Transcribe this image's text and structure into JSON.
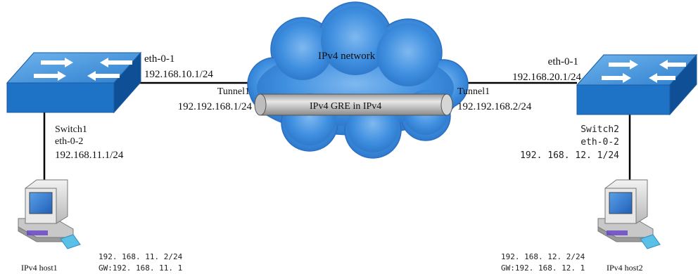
{
  "colors": {
    "switch_top": "#3f8fd8",
    "switch_front": "#1f73c6",
    "switch_side": "#0f4f96",
    "cloud_fill": "#3f8fe0",
    "tunnel_fill": "#c6c6c6",
    "link_color": "#000000"
  },
  "icons": {
    "switch": "network-switch-icon",
    "host": "desktop-computer-icon",
    "cloud": "cloud-icon",
    "tunnel": "pipe-tunnel-icon"
  },
  "cloud": {
    "label": "IPv4 network"
  },
  "tunnel": {
    "label": "IPv4 GRE in IPv4"
  },
  "switch1": {
    "name": "Switch1",
    "eth1_label": "eth-0-1",
    "eth1_ip": "192.168.10.1/24",
    "tunnel_label": "Tunnel1",
    "tunnel_ip": "192.192.168.1/24",
    "eth2_label": "eth-0-2",
    "eth2_ip": "192.168.11.1/24"
  },
  "switch2": {
    "name": "Switch2",
    "eth1_label": "eth-0-1",
    "eth1_ip": "192.168.20.1/24",
    "tunnel_label": "Tunnel1",
    "tunnel_ip": "192.192.168.2/24",
    "eth2_label": "eth-0-2",
    "eth2_ip": "192. 168. 12. 1/24"
  },
  "host1": {
    "name": "IPv4 host1",
    "ip": "192. 168. 11. 2/24",
    "gw": "GW:192. 168. 11. 1"
  },
  "host2": {
    "name": "IPv4 host2",
    "ip": "192. 168. 12. 2/24",
    "gw": "GW:192. 168. 12. 1"
  }
}
